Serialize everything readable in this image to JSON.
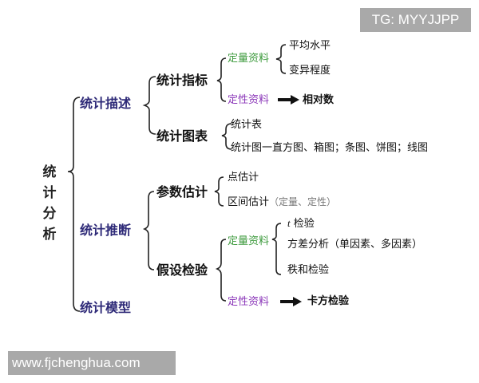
{
  "watermarks": {
    "top_right": "TG: MYYJJPP",
    "bottom_left": "www.fjchenghua.com"
  },
  "colors": {
    "level1": "#2e2a78",
    "quantitative": "#3c9a3c",
    "qualitative": "#8a35b8",
    "watermark_bg": "#a9a9a9"
  },
  "tree": {
    "root": "统计分析",
    "branches": [
      {
        "label": "统计描述",
        "children": [
          {
            "label": "统计指标",
            "children": [
              {
                "label": "定量资料",
                "children": [
                  "平均水平",
                  "变异程度"
                ]
              },
              {
                "label": "定性资料",
                "arrow_to": "相对数"
              }
            ]
          },
          {
            "label": "统计图表",
            "children": [
              "统计表",
              "统计图一直方图、箱图；条图、饼图；线图"
            ]
          }
        ]
      },
      {
        "label": "统计推断",
        "children": [
          {
            "label": "参数估计",
            "children": [
              "点估计",
              "区间估计",
              "（定量、定性）"
            ]
          },
          {
            "label": "假设检验",
            "children": [
              {
                "label": "定量资料",
                "children": [
                  "t",
                  "检验",
                  "方差分析（单因素、多因素）",
                  "秩和检验"
                ]
              },
              {
                "label": "定性资料",
                "arrow_to": "卡方检验"
              }
            ]
          }
        ]
      },
      {
        "label": "统计模型"
      }
    ]
  }
}
